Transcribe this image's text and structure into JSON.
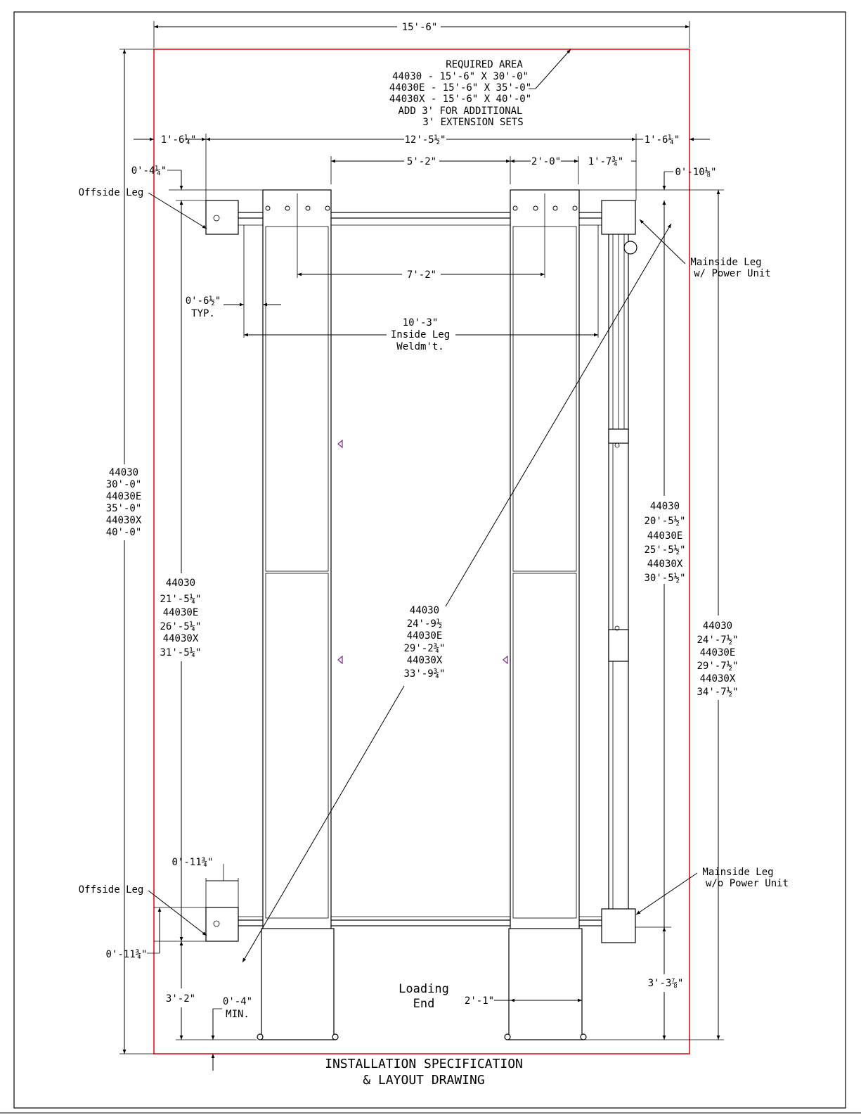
{
  "colors": {
    "area_outline": "#e0121b",
    "line": "#000000",
    "marker": "#7a2a8a"
  },
  "title": [
    "INSTALLATION SPECIFICATION",
    "& LAYOUT DRAWING"
  ],
  "required_area": [
    "REQUIRED AREA",
    "44030 - 15'-6\" X 30'-0\"",
    "44030E - 15'-6\" X 35'-0\"",
    "44030X - 15'-6\" X 40'-0\"",
    "ADD 3' FOR ADDITIONAL",
    "3' EXTENSION SETS"
  ],
  "dims": {
    "overall_width": "15'-6\"",
    "left_offset": "1'-6¼\"",
    "between_legs": "12'-5½\"",
    "right_offset": "1'-6¼\"",
    "runway_left": "5'-2\"",
    "runway_gap": "2'-0\"",
    "right_to_leg": "1'-7¾\"",
    "top_offset_left": "0'-4¼\"",
    "top_offset_right": "0'-10⅛\"",
    "center_width": "7'-2\"",
    "leg_clear": [
      "0'-6½\"",
      "TYP."
    ],
    "inside_leg": [
      "10'-3\"",
      "Inside Leg",
      "Weldm't."
    ],
    "leg_width": "0'-11¾\"",
    "leg_depth": "0'-11¾\"",
    "front_space": "3'-2\"",
    "min_space": [
      "0'-4\"",
      "MIN."
    ],
    "ramp_width": "2'-1\"",
    "right_front": "3'-3⅞\""
  },
  "labels": {
    "offside_top": "Offside Leg",
    "offside_bottom": "Offside Leg",
    "mainside_top": [
      "Mainside Leg",
      "w/ Power Unit"
    ],
    "mainside_bottom": [
      "Mainside Leg",
      "w/o Power Unit"
    ],
    "loading_end": [
      "Loading",
      "End"
    ]
  },
  "stacks": {
    "overall_length": [
      "44030",
      "30'-0\"",
      "44030E",
      "35'-0\"",
      "44030X",
      "40'-0\""
    ],
    "left_legs": [
      "44030",
      "21'-5¼\"",
      "44030E",
      "26'-5¼\"",
      "44030X",
      "31'-5¼\""
    ],
    "diagonal": [
      "44030",
      "24'-9½",
      "44030E",
      "29'-2¾\"",
      "44030X",
      "33'-9¾\""
    ],
    "right_legs": [
      "44030",
      "20'-5½\"",
      "44030E",
      "25'-5½\"",
      "44030X",
      "30'-5½\""
    ],
    "right_overall": [
      "44030",
      "24'-7½\"",
      "44030E",
      "29'-7½\"",
      "44030X",
      "34'-7½\""
    ]
  }
}
